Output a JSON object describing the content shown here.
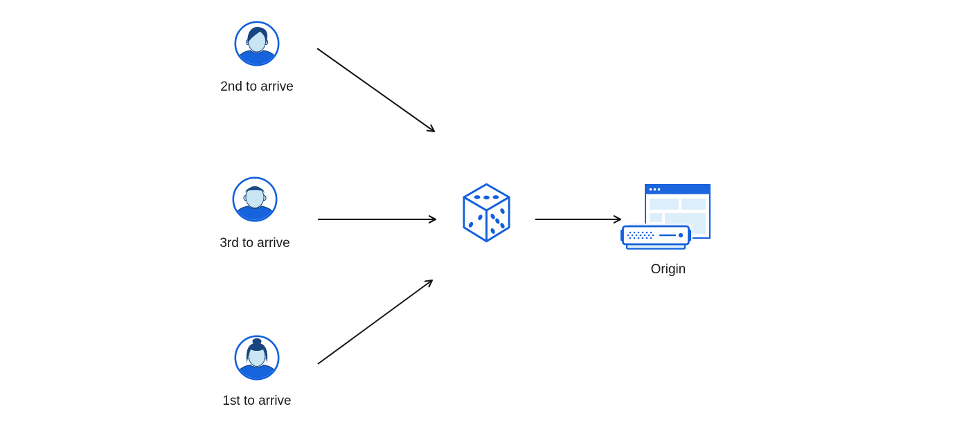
{
  "diagram": {
    "type": "flow-diagram",
    "nodes": [
      {
        "id": "visitor-2nd",
        "label": "2nd to arrive",
        "icon": "avatar-man-swept-hair-icon"
      },
      {
        "id": "visitor-3rd",
        "label": "3rd to arrive",
        "icon": "avatar-man-short-hair-icon"
      },
      {
        "id": "visitor-1st",
        "label": "1st to arrive",
        "icon": "avatar-woman-bun-icon"
      },
      {
        "id": "random-selector",
        "label": "",
        "icon": "dice-icon"
      },
      {
        "id": "origin",
        "label": "Origin",
        "icon": "origin-server-browser-icon"
      }
    ],
    "edges": [
      {
        "from": "visitor-2nd",
        "to": "random-selector"
      },
      {
        "from": "visitor-3rd",
        "to": "random-selector"
      },
      {
        "from": "visitor-1st",
        "to": "random-selector"
      },
      {
        "from": "random-selector",
        "to": "origin"
      }
    ],
    "colors": {
      "accent_blue": "#1260dd",
      "dark_navy": "#17457f",
      "face_light_blue": "#c9e5f4",
      "panel_light_blue": "#dceefa",
      "shadow_light": "#f0f4f8",
      "arrow_black": "#131313",
      "background": "#ffffff"
    }
  }
}
